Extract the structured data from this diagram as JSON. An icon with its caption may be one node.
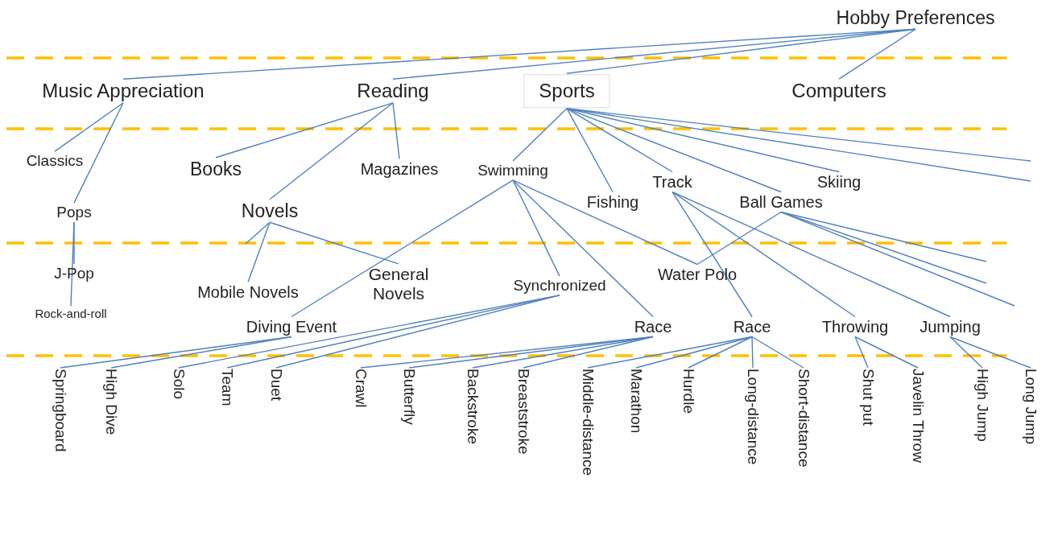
{
  "diagram": {
    "nodes": [
      {
        "text": [
          "Hobby Preferences"
        ]
      },
      {
        "text": [
          "Music Appreciation"
        ]
      },
      {
        "text": [
          "Reading"
        ]
      },
      {
        "text": [
          "Sports"
        ]
      },
      {
        "text": [
          "Computers"
        ]
      },
      {
        "text": [
          "Classics"
        ]
      },
      {
        "text": [
          "Pops"
        ]
      },
      {
        "text": [
          "Books"
        ]
      },
      {
        "text": [
          "Magazines"
        ]
      },
      {
        "text": [
          "Novels"
        ]
      },
      {
        "text": [
          "Swimming"
        ]
      },
      {
        "text": [
          "Fishing"
        ]
      },
      {
        "text": [
          "Track"
        ]
      },
      {
        "text": [
          "Skiing"
        ]
      },
      {
        "text": [
          "Ball Games"
        ]
      },
      {
        "text": [
          "J-Pop"
        ]
      },
      {
        "text": [
          "Rock-and-roll"
        ]
      },
      {
        "text": [
          "Mobile Novels"
        ]
      },
      {
        "text": [
          "General Novels"
        ]
      },
      {
        "text": [
          "Diving Event"
        ]
      },
      {
        "text": [
          "Synchronized"
        ]
      },
      {
        "text": [
          "Water Polo"
        ]
      },
      {
        "text": [
          "Race"
        ]
      },
      {
        "text": [
          "Race"
        ]
      },
      {
        "text": [
          "Throwing"
        ]
      },
      {
        "text": [
          "Jumping"
        ]
      },
      {
        "text": [
          "Springboard"
        ]
      },
      {
        "text": [
          "High Dive"
        ]
      },
      {
        "text": [
          "Solo"
        ]
      },
      {
        "text": [
          "Team"
        ]
      },
      {
        "text": [
          "Duet"
        ]
      },
      {
        "text": [
          "Crawl"
        ]
      },
      {
        "text": [
          "Butterfly"
        ]
      },
      {
        "text": [
          "Backstroke"
        ]
      },
      {
        "text": [
          "Breaststroke"
        ]
      },
      {
        "text": [
          "Middle-distance"
        ]
      },
      {
        "text": [
          "Marathon"
        ]
      },
      {
        "text": [
          "Hurdle"
        ]
      },
      {
        "text": [
          "Long-distance"
        ]
      },
      {
        "text": [
          "Short-distance"
        ]
      },
      {
        "text": [
          "Shut put"
        ]
      },
      {
        "text": [
          "Javelin Throw"
        ]
      },
      {
        "text": [
          "High Jump"
        ]
      },
      {
        "text": [
          "Long Jump"
        ]
      }
    ],
    "edges": [
      {
        "from": 0,
        "to": 1,
        "arrow": "none"
      },
      {
        "from": 0,
        "to": 2,
        "arrow": "none"
      },
      {
        "from": 0,
        "to": 3,
        "arrow": "none"
      },
      {
        "from": 0,
        "to": 4,
        "arrow": "none"
      },
      {
        "from": 1,
        "to": 5,
        "arrow": "none"
      },
      {
        "from": 1,
        "to": 6,
        "arrow": "none"
      },
      {
        "from": 2,
        "to": 7,
        "arrow": "none"
      },
      {
        "from": 2,
        "to": 9,
        "arrow": "none"
      },
      {
        "from": 2,
        "to": 8,
        "arrow": "none"
      },
      {
        "from": 3,
        "to": 10,
        "arrow": "none"
      },
      {
        "from": 3,
        "to": 11,
        "arrow": "none"
      },
      {
        "from": 3,
        "to": 12,
        "arrow": "none"
      },
      {
        "from": 3,
        "to": 14,
        "arrow": "none"
      },
      {
        "from": 3,
        "to": 13,
        "arrow": "none"
      },
      {
        "from": 3,
        "to": null,
        "arrow": "none"
      },
      {
        "from": 3,
        "to": null,
        "arrow": "none"
      },
      {
        "from": 6,
        "to": 15,
        "arrow": "none"
      },
      {
        "from": 6,
        "to": 16,
        "arrow": "none"
      },
      {
        "from": 9,
        "to": null,
        "arrow": "none"
      },
      {
        "from": 9,
        "to": 17,
        "arrow": "none"
      },
      {
        "from": 9,
        "to": 18,
        "arrow": "none"
      },
      {
        "from": 10,
        "to": 19,
        "arrow": "none"
      },
      {
        "from": 10,
        "to": 20,
        "arrow": "none"
      },
      {
        "from": 10,
        "to": 22,
        "arrow": "none"
      },
      {
        "from": 10,
        "to": 21,
        "arrow": "none"
      },
      {
        "from": 12,
        "to": 23,
        "arrow": "none"
      },
      {
        "from": 12,
        "to": 24,
        "arrow": "none"
      },
      {
        "from": 12,
        "to": 25,
        "arrow": "none"
      },
      {
        "from": 14,
        "to": 21,
        "arrow": "none"
      },
      {
        "from": 14,
        "to": null,
        "arrow": "none"
      },
      {
        "from": 14,
        "to": null,
        "arrow": "none"
      },
      {
        "from": 14,
        "to": null,
        "arrow": "none"
      },
      {
        "from": 19,
        "to": 26,
        "arrow": "none"
      },
      {
        "from": 19,
        "to": 27,
        "arrow": "none"
      },
      {
        "from": 20,
        "to": 28,
        "arrow": "none"
      },
      {
        "from": 20,
        "to": 29,
        "arrow": "none"
      },
      {
        "from": 20,
        "to": 30,
        "arrow": "none"
      },
      {
        "from": 22,
        "to": 31,
        "arrow": "none"
      },
      {
        "from": 22,
        "to": 32,
        "arrow": "none"
      },
      {
        "from": 22,
        "to": 33,
        "arrow": "none"
      },
      {
        "from": 22,
        "to": 34,
        "arrow": "none"
      },
      {
        "from": 23,
        "to": 35,
        "arrow": "none"
      },
      {
        "from": 23,
        "to": 36,
        "arrow": "none"
      },
      {
        "from": 23,
        "to": 37,
        "arrow": "none"
      },
      {
        "from": 23,
        "to": 38,
        "arrow": "none"
      },
      {
        "from": 23,
        "to": 39,
        "arrow": "none"
      },
      {
        "from": 24,
        "to": 40,
        "arrow": "none"
      },
      {
        "from": 24,
        "to": 41,
        "arrow": "none"
      },
      {
        "from": 25,
        "to": 42,
        "arrow": "none"
      },
      {
        "from": 25,
        "to": 43,
        "arrow": "none"
      }
    ]
  }
}
